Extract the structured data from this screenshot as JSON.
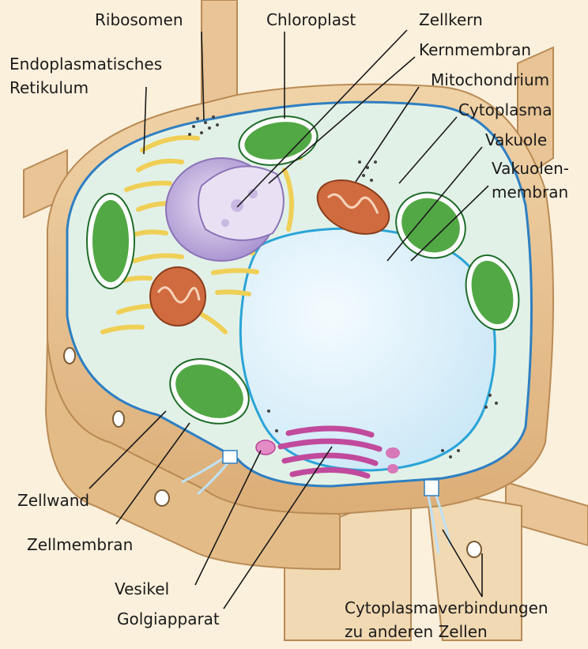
{
  "labels": {
    "ribosomen": "Ribosomen",
    "chloroplast": "Chloroplast",
    "zellkern": "Zellkern",
    "kernmembran": "Kernmembran",
    "er_line1": "Endoplasmatisches",
    "er_line2": "Retikulum",
    "mitochondrium": "Mitochondrium",
    "cytoplasma": "Cytoplasma",
    "vakuole": "Vakuole",
    "vakuolenmembran_line1": "Vakuolen-",
    "vakuolenmembran_line2": "membran",
    "zellwand": "Zellwand",
    "zellmembran": "Zellmembran",
    "vesikel": "Vesikel",
    "golgiapparat": "Golgiapparat",
    "cytoplasmaverbindungen_line1": "Cytoplasmaverbindungen",
    "cytoplasmaverbindungen_line2": "zu anderen Zellen"
  },
  "colors": {
    "background": "#fbf0dc",
    "cell_wall": "#e8c496",
    "cell_wall_dark": "#c99a63",
    "cytoplasm": "#e2f1e7",
    "membrane": "#2f7fc1",
    "vacuole": "#dcf0fa",
    "chloroplast": "#52a845",
    "chloroplast_dark": "#1f6d2a",
    "mitochondrion": "#d06a3f",
    "nucleus": "#c7b8e0",
    "nucleolus_area": "#a98fcf",
    "er": "#f4d46a",
    "golgi": "#c14a9c",
    "leader_line": "#1a1a1a"
  }
}
